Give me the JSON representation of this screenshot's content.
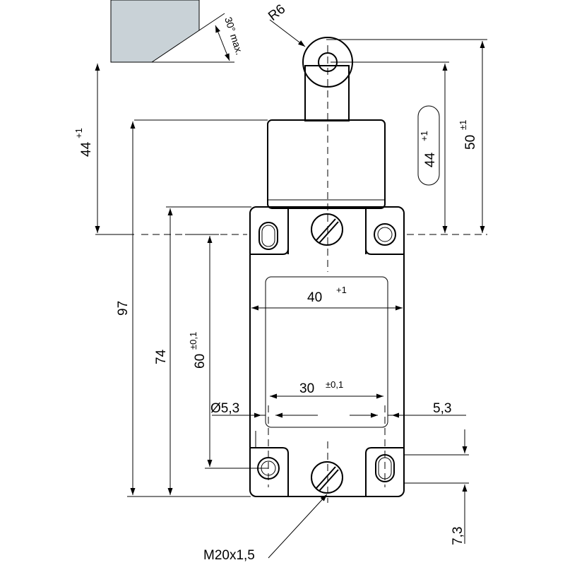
{
  "dimensions": {
    "angle": "30° max.",
    "radius": "R6",
    "actuator_h_left": {
      "value": "44",
      "tol": "+1"
    },
    "actuator_h_right": {
      "value": "44",
      "tol": "+1"
    },
    "total_roller": {
      "value": "50",
      "tol": "±1"
    },
    "height_97": "97",
    "height_74": "74",
    "mount_vertical": {
      "value": "60",
      "tol": "±0,1"
    },
    "width_40": {
      "value": "40",
      "tol": "+1"
    },
    "mount_horizontal": {
      "value": "30",
      "tol": "±0,1"
    },
    "hole_diameter": "Ø5,3",
    "hole_offset": "5,3",
    "bottom_offset": "7,3",
    "thread": "M20x1,5"
  },
  "colors": {
    "stop_block": "#c9d2d7",
    "line": "#000000"
  }
}
